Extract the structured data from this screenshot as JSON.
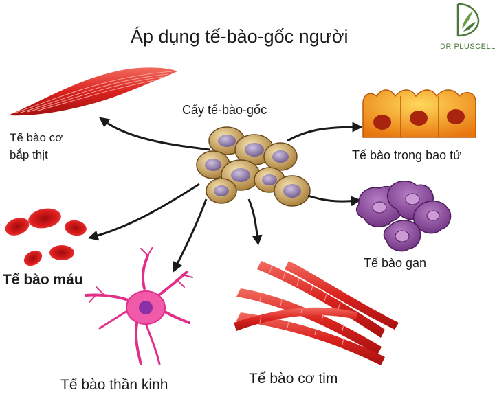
{
  "title": "Áp dụng tế-bào-gốc người",
  "center_label": "Cấy tế-bào-gốc",
  "brand": {
    "name": "DR PLUSCELL",
    "accent": "#4a7a3a"
  },
  "cell_types": [
    {
      "label": "Tế bào cơ\nbắp thịt",
      "icon": "skeletal-muscle"
    },
    {
      "label": "Tế bào trong bao tử",
      "icon": "stomach-cells"
    },
    {
      "label": "Tế bào gan",
      "icon": "liver-cells"
    },
    {
      "label": "Tế bào máu",
      "icon": "red-blood-cells"
    },
    {
      "label": "Tế bào thần kinh",
      "icon": "neuron"
    },
    {
      "label": "Tế bào cơ tim",
      "icon": "cardiac-muscle"
    }
  ],
  "colors": {
    "muscle": "#e3262b",
    "stem_cell": "#c9a25e",
    "stem_nucleus": "#8c7aa8",
    "stomach": "#f2a21a",
    "liver": "#8f4d9f",
    "blood": "#d41616",
    "neuron": "#e0308a",
    "arrow": "#1a1a1a"
  }
}
